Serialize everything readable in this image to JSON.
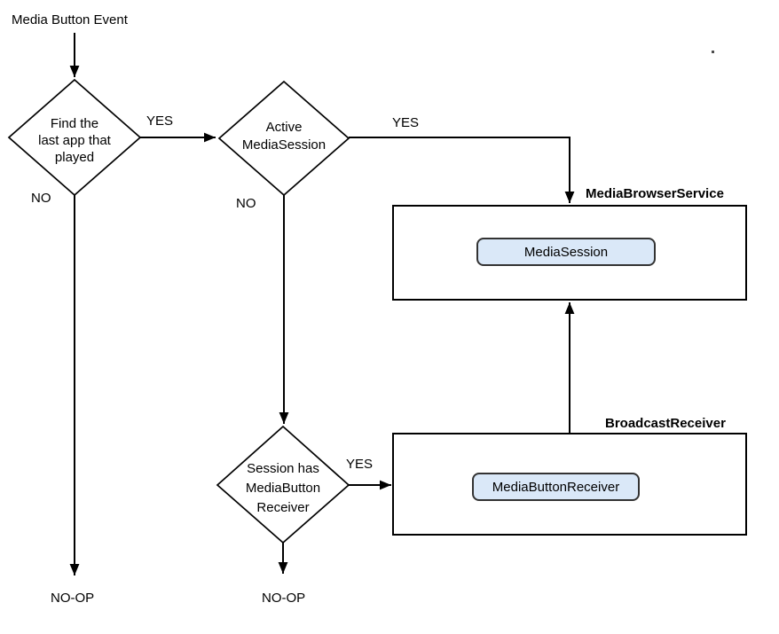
{
  "diagram": {
    "start": {
      "label": "Media Button Event"
    },
    "decisions": [
      {
        "id": "find-last-app",
        "text": "Find the\nlast app that\nplayed"
      },
      {
        "id": "active-mediasession",
        "text": "Active\nMediaSession"
      },
      {
        "id": "session-has-receiver",
        "text": "Session has\nMediaButton\nReceiver"
      }
    ],
    "edge_labels": {
      "d1_yes": "YES",
      "d1_no": "NO",
      "d2_yes": "YES",
      "d2_no": "NO",
      "d3_yes": "YES"
    },
    "containers": [
      {
        "id": "media-browser-service",
        "title": "MediaBrowserService",
        "node": "MediaSession"
      },
      {
        "id": "broadcast-receiver",
        "title": "BroadcastReceiver",
        "node": "MediaButtonReceiver"
      }
    ],
    "terminals": [
      "NO-OP",
      "NO-OP"
    ],
    "colors": {
      "edge": "#000000",
      "shape_border": "#000000",
      "node_fill": "#dae8f8",
      "node_border": "#333333",
      "box_fill": "#ffffff",
      "text": "#000000"
    }
  }
}
